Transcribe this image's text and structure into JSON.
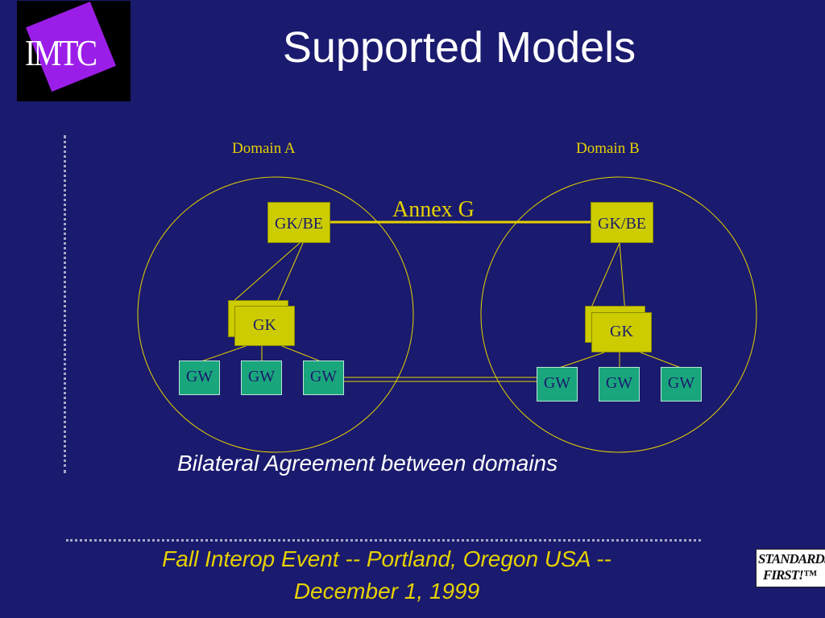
{
  "title": "Supported Models",
  "logo": {
    "text": "IMTC"
  },
  "domains": [
    {
      "label": "Domain A",
      "gkbe": "GK/BE",
      "gk": "GK",
      "gateways": [
        "GW",
        "GW",
        "GW"
      ]
    },
    {
      "label": "Domain B",
      "gkbe": "GK/BE",
      "gk": "GK",
      "gateways": [
        "GW",
        "GW",
        "GW"
      ]
    }
  ],
  "annex_label": "Annex G",
  "caption": "Bilateral Agreement between domains",
  "footer": {
    "line1": "Fall Interop Event -- Portland, Oregon USA --",
    "line2": "December 1, 1999"
  },
  "standards_logo": {
    "line1": "STANDARDS",
    "line2": "FIRST!™"
  },
  "colors": {
    "background": "#1a1a6e",
    "yellow_box": "#cccc00",
    "gateway": "#1aa67c",
    "label": "#e6d200"
  }
}
